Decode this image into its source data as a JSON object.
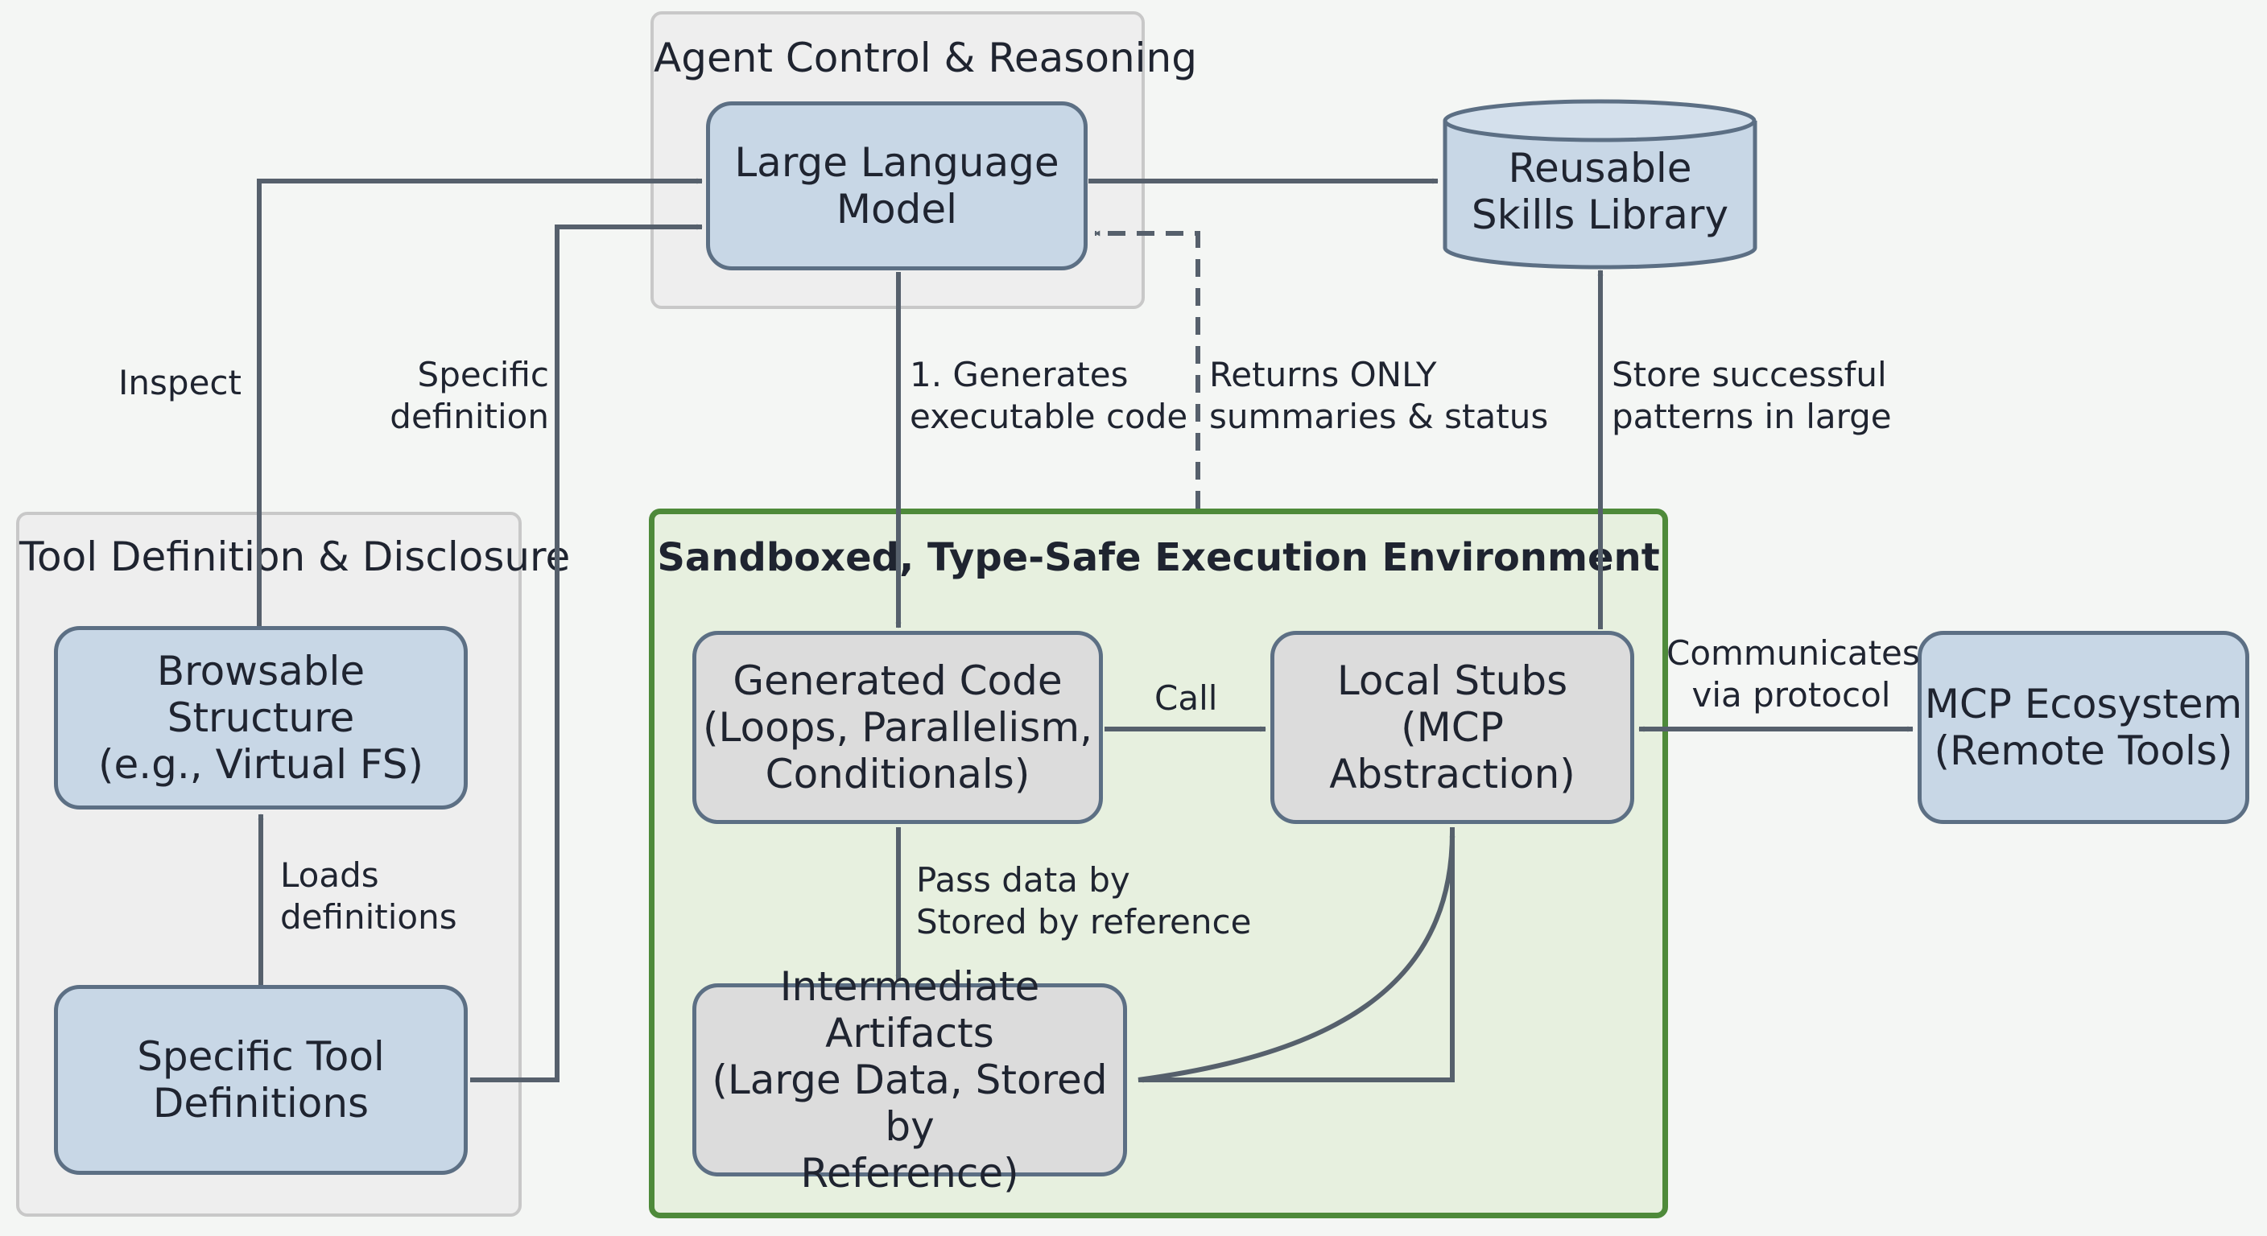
{
  "groups": {
    "agent": "Agent Control & Reasoning",
    "tools": "Tool Definition & Disclosure",
    "sandbox": "Sandboxed, Type-Safe Execution Environment"
  },
  "nodes": {
    "llm": [
      "Large Language",
      "Model"
    ],
    "skills": [
      "Reusable",
      "Skills Library"
    ],
    "browsable": [
      "Browsable Structure",
      "(e.g., Virtual FS)"
    ],
    "specific_tools": [
      "Specific Tool",
      "Definitions"
    ],
    "generated_code": [
      "Generated Code",
      "(Loops, Parallelism,",
      "Conditionals)"
    ],
    "local_stubs": [
      "Local Stubs",
      "(MCP Abstraction)"
    ],
    "artifacts": [
      "Intermediate Artifacts",
      "(Large Data, Stored by",
      "Reference)"
    ],
    "mcp": [
      "MCP Ecosystem",
      "(Remote Tools)"
    ]
  },
  "edges": {
    "inspect": [
      "Inspect"
    ],
    "specific_definition": [
      "Specific",
      "definition"
    ],
    "generates": [
      "1. Generates",
      "executable code"
    ],
    "returns": [
      "Returns ONLY",
      "summaries & status"
    ],
    "store": [
      "Store successful",
      "patterns in large"
    ],
    "loads": [
      "Loads",
      "definitions"
    ],
    "call": [
      "Call"
    ],
    "communicates": [
      "Communicates",
      "via protocol"
    ],
    "pass_data": [
      "Pass data by",
      "Stored by reference"
    ]
  },
  "colors": {
    "node_blue": "#c8d7e6",
    "node_gray": "#dcdcdc",
    "node_border": "#5c6f84",
    "arrow": "#56606c",
    "sandbox_border": "#4e8a3a",
    "sandbox_fill": "#e7f0df",
    "group_fill": "#eeeeee"
  }
}
